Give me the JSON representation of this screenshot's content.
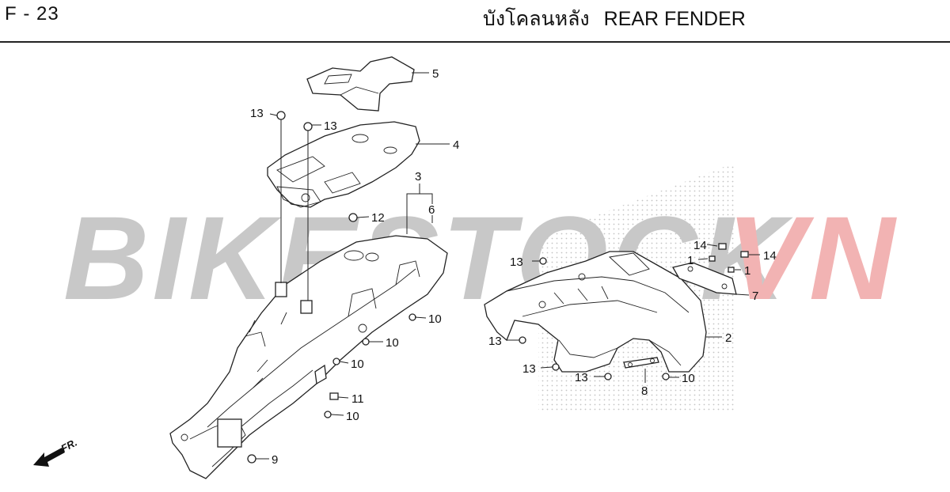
{
  "header": {
    "page_code": "F - 23",
    "title_thai": "บังโคลนหลัง",
    "title_en": "REAR FENDER"
  },
  "watermark": {
    "text_main": "BIKESTOCK",
    "text_accent": "VN",
    "color_main": "#c8c8c8",
    "color_accent": "#f2b3b3"
  },
  "direction_marker": {
    "label": "FR."
  },
  "callouts": {
    "c1a": "1",
    "c1b": "1",
    "c2": "2",
    "c3": "3",
    "c4": "4",
    "c5": "5",
    "c6": "6",
    "c7": "7",
    "c8": "8",
    "c9": "9",
    "c10a": "10",
    "c10b": "10",
    "c10c": "10",
    "c10d": "10",
    "c10e": "10",
    "c11": "11",
    "c12": "12",
    "c13a": "13",
    "c13b": "13",
    "c13c": "13",
    "c13d": "13",
    "c13e": "13",
    "c14a": "14",
    "c14b": "14"
  }
}
